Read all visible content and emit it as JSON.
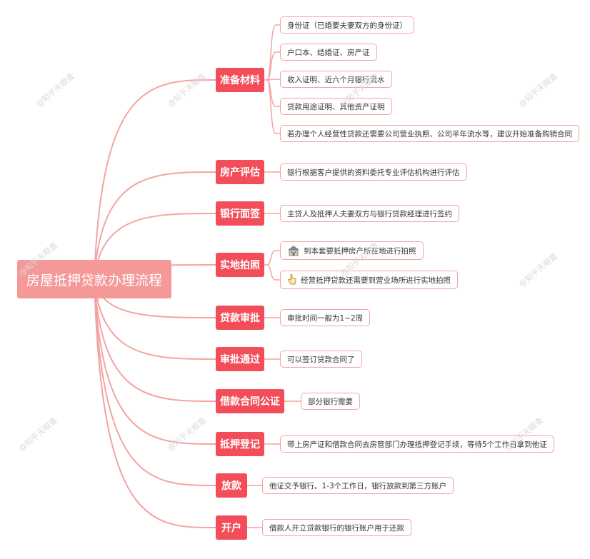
{
  "root": {
    "label": "房屋抵押贷款办理流程"
  },
  "colors": {
    "root_bg": "#f59898",
    "stage_bg": "#f24d59",
    "leaf_border": "#f4a3a3",
    "wire": "#f4a3a3"
  },
  "watermark": "@知乎天眼查",
  "stages": [
    {
      "label": "准备材料",
      "items": [
        {
          "text": "身份证（已婚要夫妻双方的身份证）"
        },
        {
          "text": "户口本、结婚证、房产证"
        },
        {
          "text": "收入证明、近六个月银行流水"
        },
        {
          "text": "贷款用途证明、其他资产证明"
        },
        {
          "text": "若办理个人经营性贷款还需要公司营业执照、公司半年流水等，建议开始准备购销合同"
        }
      ]
    },
    {
      "label": "房产评估",
      "items": [
        {
          "text": "银行根据客户提供的资料委托专业评估机构进行评估"
        }
      ]
    },
    {
      "label": "银行面签",
      "items": [
        {
          "text": "主贷人及抵押人夫妻双方与银行贷款经理进行签约"
        }
      ]
    },
    {
      "label": "实地拍照",
      "items": [
        {
          "text": "到本套要抵押房产所在地进行拍照",
          "icon": "house-icon"
        },
        {
          "text": "经营抵押贷款还需要到营业场所进行实地拍照",
          "icon": "pointing-hand-icon"
        }
      ]
    },
    {
      "label": "贷款审批",
      "items": [
        {
          "text": "审批时间一般为1~2周"
        }
      ]
    },
    {
      "label": "审批通过",
      "items": [
        {
          "text": "可以签订贷款合同了"
        }
      ]
    },
    {
      "label": "借款合同公证",
      "items": [
        {
          "text": "部分银行需要"
        }
      ]
    },
    {
      "label": "抵押登记",
      "items": [
        {
          "text": "带上房产证和借款合同去房管部门办理抵押登记手续，等待5个工作日拿到他证"
        }
      ]
    },
    {
      "label": "放款",
      "items": [
        {
          "text": "他证交予银行。1-3个工作日，银行放款到第三方账户"
        }
      ]
    },
    {
      "label": "开户",
      "items": [
        {
          "text": "借款人开立贷款银行的银行账户用于还款"
        }
      ]
    }
  ]
}
